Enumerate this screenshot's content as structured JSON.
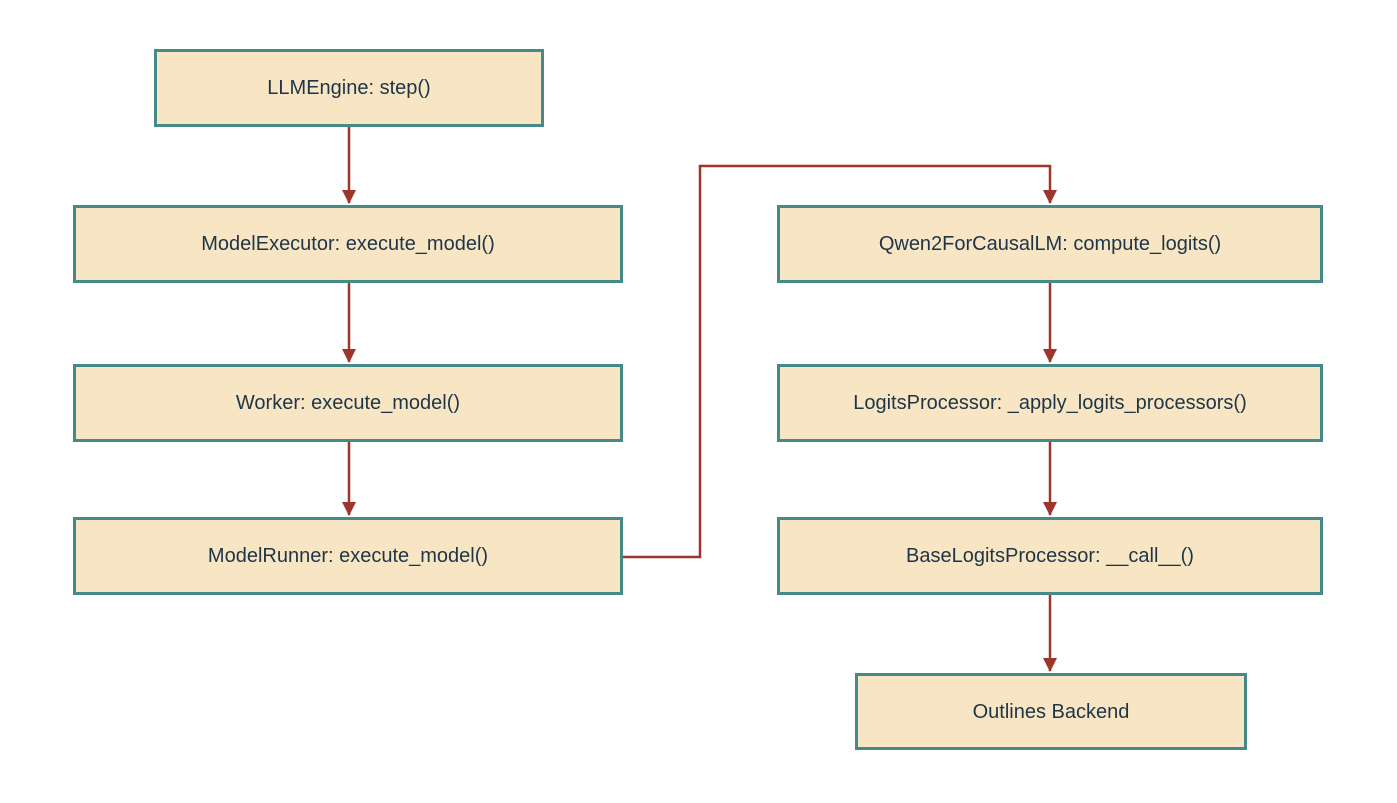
{
  "diagram": {
    "type": "flowchart",
    "background": "#ffffff",
    "colors": {
      "node_fill": "#f8e5c4",
      "node_border": "#458a8b",
      "node_text": "#1d3547",
      "arrow": "#9e352b"
    },
    "nodes": [
      {
        "id": "llmengine",
        "label": "LLMEngine: step()"
      },
      {
        "id": "modelexecutor",
        "label": "ModelExecutor: execute_model()"
      },
      {
        "id": "worker",
        "label": "Worker: execute_model()"
      },
      {
        "id": "modelrunner",
        "label": "ModelRunner: execute_model()"
      },
      {
        "id": "qwen2forcausallm",
        "label": "Qwen2ForCausalLM: compute_logits()"
      },
      {
        "id": "logitsprocessor",
        "label": "LogitsProcessor: _apply_logits_processors()"
      },
      {
        "id": "baselogitsprocessor",
        "label": "BaseLogitsProcessor: __call__()"
      },
      {
        "id": "outlinesbackend",
        "label": "Outlines Backend"
      }
    ],
    "edges": [
      {
        "from": "llmengine",
        "to": "modelexecutor"
      },
      {
        "from": "modelexecutor",
        "to": "worker"
      },
      {
        "from": "worker",
        "to": "modelrunner"
      },
      {
        "from": "modelrunner",
        "to": "qwen2forcausallm"
      },
      {
        "from": "qwen2forcausallm",
        "to": "logitsprocessor"
      },
      {
        "from": "logitsprocessor",
        "to": "baselogitsprocessor"
      },
      {
        "from": "baselogitsprocessor",
        "to": "outlinesbackend"
      }
    ]
  }
}
